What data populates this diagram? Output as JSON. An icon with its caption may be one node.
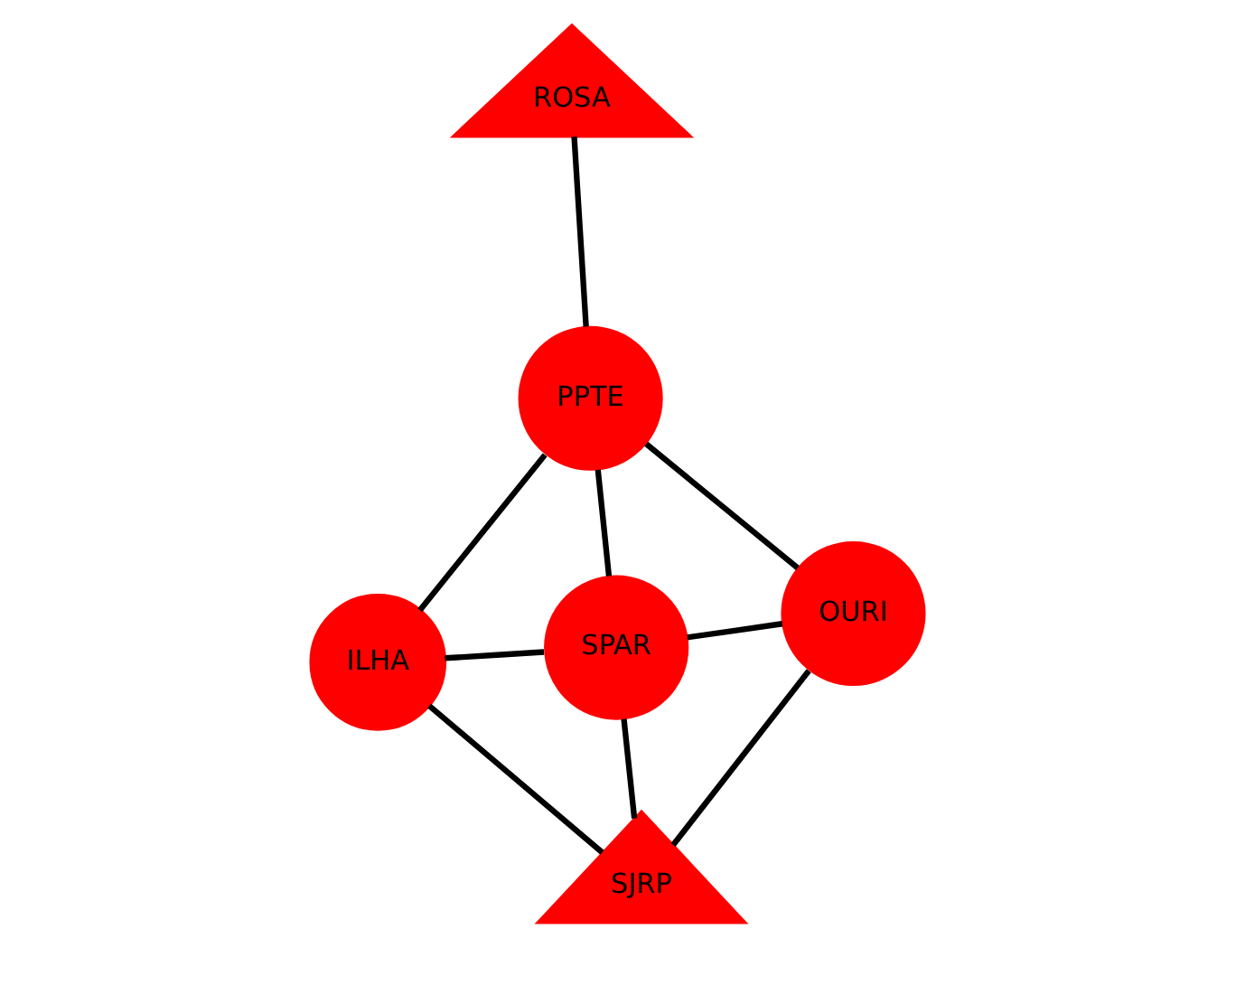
{
  "diagram": {
    "nodes": [
      {
        "text": [
          "ILHA"
        ]
      },
      {
        "text": [
          "SJRP"
        ]
      },
      {
        "text": [
          "SPAR"
        ]
      },
      {
        "text": [
          "PPTE"
        ]
      },
      {
        "text": [
          "ROSA"
        ]
      },
      {
        "text": [
          "OURI"
        ]
      }
    ],
    "edges": [
      {
        "from": 0,
        "to": 1,
        "arrow": "none"
      },
      {
        "from": 0,
        "to": 2,
        "arrow": "none"
      },
      {
        "from": 0,
        "to": 3,
        "arrow": "none"
      },
      {
        "from": 2,
        "to": 1,
        "arrow": "none"
      },
      {
        "from": 2,
        "to": 3,
        "arrow": "none"
      },
      {
        "from": 2,
        "to": 5,
        "arrow": "none"
      },
      {
        "from": 1,
        "to": 5,
        "arrow": "none"
      },
      {
        "from": 3,
        "to": 4,
        "arrow": "none"
      },
      {
        "from": 3,
        "to": 5,
        "arrow": "none"
      }
    ]
  }
}
